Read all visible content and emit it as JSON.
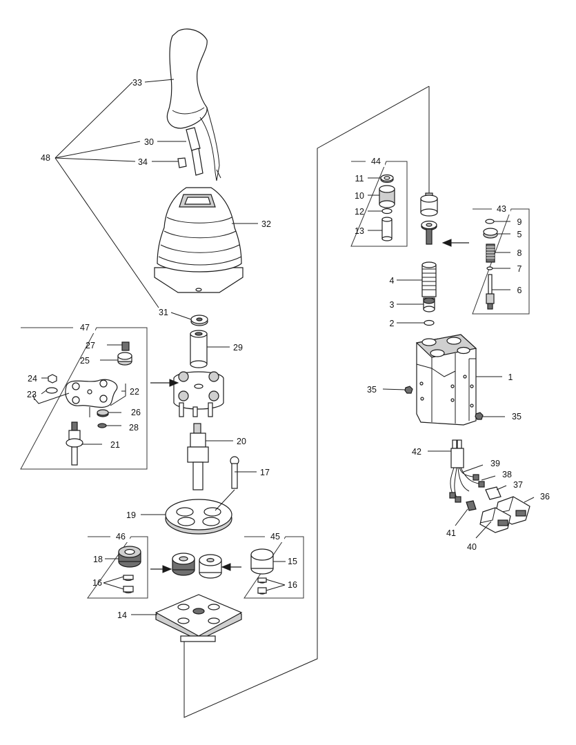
{
  "diagram": {
    "callouts": {
      "c1": "1",
      "c2": "2",
      "c3": "3",
      "c4": "4",
      "c5": "5",
      "c6": "6",
      "c7": "7",
      "c8": "8",
      "c9": "9",
      "c10": "10",
      "c11": "11",
      "c12": "12",
      "c13": "13",
      "c14": "14",
      "c15": "15",
      "c16a": "16",
      "c16b": "16",
      "c17": "17",
      "c18": "18",
      "c19": "19",
      "c20": "20",
      "c21": "21",
      "c22": "22",
      "c23": "23",
      "c24": "24",
      "c25": "25",
      "c26": "26",
      "c27": "27",
      "c28": "28",
      "c29": "29",
      "c30": "30",
      "c31": "31",
      "c32": "32",
      "c33": "33",
      "c34": "34",
      "c35a": "35",
      "c35b": "35",
      "c36": "36",
      "c37": "37",
      "c38": "38",
      "c39": "39",
      "c40": "40",
      "c41": "41",
      "c42": "42",
      "c48": "48"
    },
    "kit_boxes": {
      "k43": "43",
      "k44": "44",
      "k45": "45",
      "k46": "46",
      "k47": "47"
    },
    "colors": {
      "ink": "#1a1a1a",
      "shade": "#cfcfcf",
      "dark": "#6f6f6f"
    }
  }
}
